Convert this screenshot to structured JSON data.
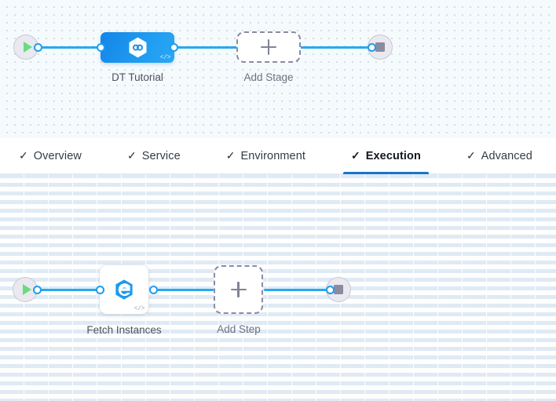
{
  "colors": {
    "edge": "#27a9f0",
    "port_ring": "#1e9df1",
    "stage_node_blue": "#1f9bf0",
    "active_tab_underline": "#1a74c4",
    "play_green": "#6bdb7f",
    "stop_gray": "#8b8ba0",
    "dashed_border": "#8a8ba3",
    "stage_canvas_bg": "#f5fafd",
    "step_canvas_bg": "#ffffff"
  },
  "stage_canvas": {
    "name": "pipeline-stage-canvas",
    "start_node": {
      "icon": "play-icon",
      "label": ""
    },
    "end_node": {
      "icon": "stop-icon",
      "label": ""
    },
    "nodes": [
      {
        "id": "dt-tutorial",
        "label": "DT Tutorial",
        "icon": "hexagon-infinity-icon",
        "badge": "</>",
        "type": "stage"
      }
    ],
    "add_placeholder": {
      "label": "Add Stage",
      "icon": "plus-icon"
    }
  },
  "tabs": {
    "name": "stage-config-tabs",
    "items": [
      {
        "label": "Overview",
        "check": "✓",
        "active": false
      },
      {
        "label": "Service",
        "check": "✓",
        "active": false
      },
      {
        "label": "Environment",
        "check": "✓",
        "active": false
      },
      {
        "label": "Execution",
        "check": "✓",
        "active": true
      },
      {
        "label": "Advanced",
        "check": "✓",
        "active": false
      }
    ]
  },
  "step_canvas": {
    "name": "execution-step-canvas",
    "start_node": {
      "icon": "play-icon",
      "label": ""
    },
    "end_node": {
      "icon": "stop-icon",
      "label": ""
    },
    "nodes": [
      {
        "id": "fetch-instances",
        "label": "Fetch Instances",
        "icon": "dynatrace-logo-icon",
        "badge": "</>",
        "type": "step"
      }
    ],
    "add_placeholder": {
      "label": "Add Step",
      "icon": "plus-icon"
    }
  }
}
